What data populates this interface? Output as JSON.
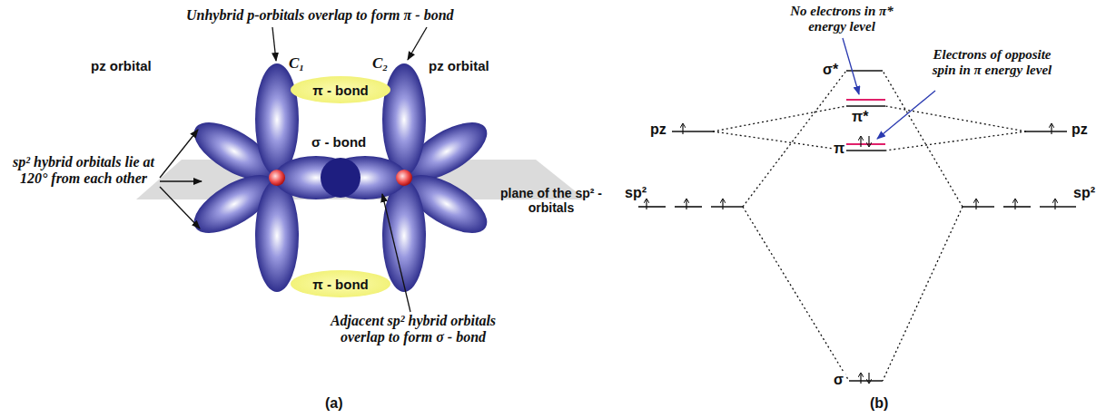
{
  "diagram": {
    "nodes": [
      {
        "text": [
          "π - bond"
        ]
      },
      {
        "text": [
          "π - bond"
        ]
      }
    ],
    "labels": [
      "Unhybrid p-orbitals overlap to form  π - bond",
      "pz orbital",
      "C₁",
      "C₂",
      "pz orbital",
      "σ - bond",
      "sp² hybrid orbitals lie at 120° from each other",
      "plane of the sp² - orbitals",
      "Adjacent sp² hybrid orbitals overlap to form σ - bond",
      "(a)",
      "No electrons in π* energy level",
      "Electrons of opposite spin in π energy level",
      "σ*",
      "π*",
      "pz",
      "pz",
      "π",
      "sp²",
      "sp²",
      "σ",
      "(b)"
    ]
  }
}
